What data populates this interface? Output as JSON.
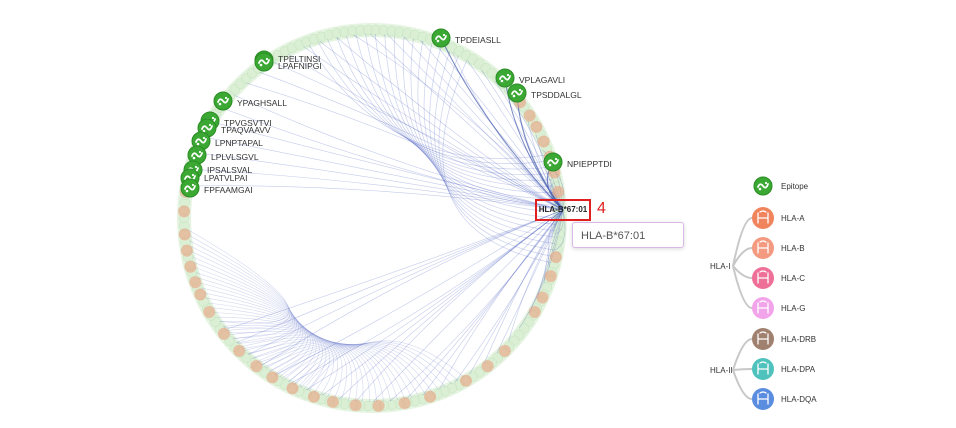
{
  "epitopes": [
    {
      "label": "TPDEIASLL"
    },
    {
      "label": "VPLAGAVLI"
    },
    {
      "label": "TPSDDALGL"
    },
    {
      "label": "NPIEPPTDI"
    },
    {
      "label": "TPELTINSI"
    },
    {
      "label": "LPAFNIPGI"
    },
    {
      "label": "YPAGHSALL"
    },
    {
      "label": "TPVGSVTVI"
    },
    {
      "label": "TPAQVAAVV"
    },
    {
      "label": "LPNPTAPAL"
    },
    {
      "label": "LPLVLSGVL"
    },
    {
      "label": "IPSALSVAL"
    },
    {
      "label": "LPATVLPAI"
    },
    {
      "label": "FPFAAMGAI"
    }
  ],
  "highlighted_allele": "HLA-B*67:01",
  "tooltip_text": "HLA-B*67:01",
  "annotation_number": "4",
  "legend": {
    "epitope": "Epitope",
    "groups": [
      {
        "label": "HLA-I",
        "items": [
          {
            "label": "HLA-A",
            "color": "#f0845c"
          },
          {
            "label": "HLA-B",
            "color": "#f39a80"
          },
          {
            "label": "HLA-C",
            "color": "#ee6f97"
          },
          {
            "label": "HLA-G",
            "color": "#f2a4ea"
          }
        ]
      },
      {
        "label": "HLA-II",
        "items": [
          {
            "label": "HLA-DRB",
            "color": "#a0806e"
          },
          {
            "label": "HLA-DPA",
            "color": "#4fc2bd"
          },
          {
            "label": "HLA-DQA",
            "color": "#5a8de0"
          }
        ]
      }
    ]
  },
  "colors": {
    "epitope": "#3aa832",
    "edge": "#5268c4",
    "ring": "#cfe9c8",
    "highlight": "#e02020"
  }
}
